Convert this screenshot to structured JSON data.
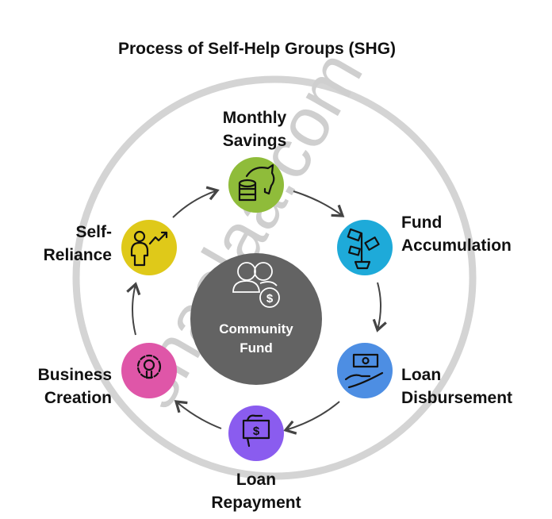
{
  "title": "Process of Self-Help Groups (SHG)",
  "center": {
    "line1": "Community",
    "line2": "Fund",
    "icon": "people-dollar-icon",
    "color": "#636363"
  },
  "steps": [
    {
      "line1": "Monthly",
      "line2": "Savings",
      "icon": "piggy-bank-coins-icon",
      "color": "#8fbc3a"
    },
    {
      "line1": "Fund",
      "line2": "Accumulation",
      "icon": "money-plant-icon",
      "color": "#1eaad9"
    },
    {
      "line1": "Loan",
      "line2": "Disbursement",
      "icon": "hand-cash-icon",
      "color": "#4d8ee3"
    },
    {
      "line1": "Loan",
      "line2": "Repayment",
      "icon": "hand-dollar-bill-icon",
      "color": "#8a5cef"
    },
    {
      "line1": "Business",
      "line2": "Creation",
      "icon": "gear-bulb-icon",
      "color": "#df56a8"
    },
    {
      "line1": "Self-",
      "line2": "Reliance",
      "icon": "person-growth-icon",
      "color": "#dfc919"
    }
  ],
  "watermark": "shaalaa.com"
}
